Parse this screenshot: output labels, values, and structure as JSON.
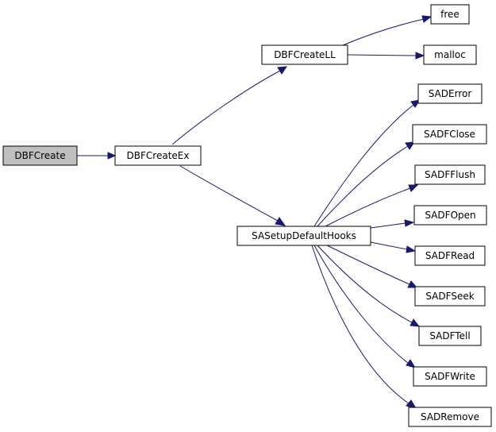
{
  "graph": {
    "nodes": [
      {
        "id": "dbfcreate",
        "label": "DBFCreate",
        "highlighted": true
      },
      {
        "id": "dbfcreateex",
        "label": "DBFCreateEx"
      },
      {
        "id": "dbfcreatell",
        "label": "DBFCreateLL"
      },
      {
        "id": "free",
        "label": "free"
      },
      {
        "id": "malloc",
        "label": "malloc"
      },
      {
        "id": "sasetupdefaulthooks",
        "label": "SASetupDefaultHooks"
      },
      {
        "id": "saderror",
        "label": "SADError"
      },
      {
        "id": "sadfclose",
        "label": "SADFClose"
      },
      {
        "id": "sadfflush",
        "label": "SADFFlush"
      },
      {
        "id": "sadfopen",
        "label": "SADFOpen"
      },
      {
        "id": "sadfread",
        "label": "SADFRead"
      },
      {
        "id": "sadfseek",
        "label": "SADFSeek"
      },
      {
        "id": "sadftell",
        "label": "SADFTell"
      },
      {
        "id": "sadfwrite",
        "label": "SADFWrite"
      },
      {
        "id": "sadremove",
        "label": "SADRemove"
      }
    ],
    "edges": [
      {
        "from": "dbfcreate",
        "to": "dbfcreateex"
      },
      {
        "from": "dbfcreateex",
        "to": "dbfcreatell"
      },
      {
        "from": "dbfcreateex",
        "to": "sasetupdefaulthooks"
      },
      {
        "from": "dbfcreatell",
        "to": "free"
      },
      {
        "from": "dbfcreatell",
        "to": "malloc"
      },
      {
        "from": "sasetupdefaulthooks",
        "to": "saderror"
      },
      {
        "from": "sasetupdefaulthooks",
        "to": "sadfclose"
      },
      {
        "from": "sasetupdefaulthooks",
        "to": "sadfflush"
      },
      {
        "from": "sasetupdefaulthooks",
        "to": "sadfopen"
      },
      {
        "from": "sasetupdefaulthooks",
        "to": "sadfread"
      },
      {
        "from": "sasetupdefaulthooks",
        "to": "sadfseek"
      },
      {
        "from": "sasetupdefaulthooks",
        "to": "sadftell"
      },
      {
        "from": "sasetupdefaulthooks",
        "to": "sadfwrite"
      },
      {
        "from": "sasetupdefaulthooks",
        "to": "sadremove"
      }
    ],
    "colors": {
      "edge": "#191970",
      "highlight_fill": "#bfbfbf",
      "node_border": "#000000"
    }
  }
}
